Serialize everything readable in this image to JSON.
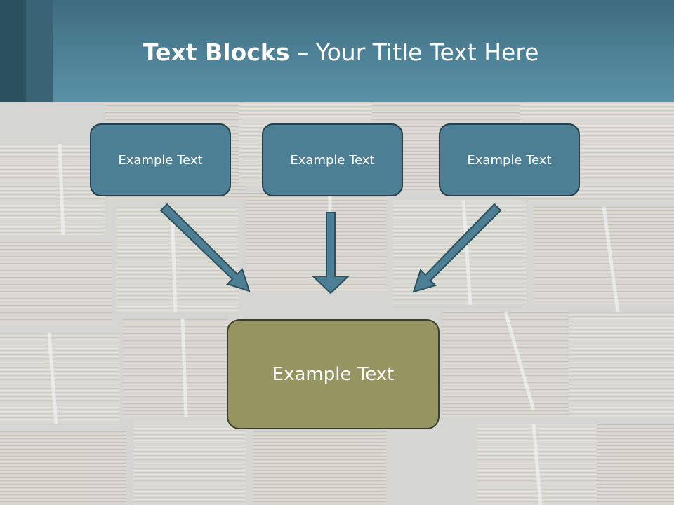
{
  "slide": {
    "title_bold": "Text Blocks",
    "title_separator": " – ",
    "title_rest": "Your Title Text Here"
  },
  "blocks": {
    "top": [
      "Example Text",
      "Example Text",
      "Example Text"
    ],
    "main": "Example Text"
  },
  "colors": {
    "header": "#4b7e93",
    "box_fill": "#4d7f94",
    "box_border": "#243f4d",
    "main_fill": "#969461",
    "arrow_fill": "#4d7f94"
  }
}
